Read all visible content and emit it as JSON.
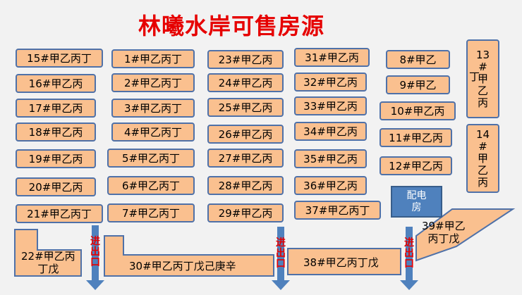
{
  "title": "林曦水岸可售房源",
  "units": [
    {
      "id": "u15",
      "label": "15#甲乙丙丁"
    },
    {
      "id": "u16",
      "label": "16#甲乙丙"
    },
    {
      "id": "u17",
      "label": "17#甲乙丙"
    },
    {
      "id": "u18",
      "label": "18#甲乙丙"
    },
    {
      "id": "u19",
      "label": "19#甲乙丙"
    },
    {
      "id": "u20",
      "label": "20#甲乙丙"
    },
    {
      "id": "u21",
      "label": "21#甲乙丙丁"
    },
    {
      "id": "u1",
      "label": "1#甲乙丙丁"
    },
    {
      "id": "u2",
      "label": "2#甲乙丙丁"
    },
    {
      "id": "u3",
      "label": "3#甲乙丙丁"
    },
    {
      "id": "u4",
      "label": "4#甲乙丙丁"
    },
    {
      "id": "u5",
      "label": "5#甲乙丙丁"
    },
    {
      "id": "u6",
      "label": "6#甲乙丙丁"
    },
    {
      "id": "u7",
      "label": "7#甲乙丙丁"
    },
    {
      "id": "u23",
      "label": "23#甲乙丙"
    },
    {
      "id": "u24",
      "label": "24#甲乙丙"
    },
    {
      "id": "u25",
      "label": "25#甲乙丙"
    },
    {
      "id": "u26",
      "label": "26#甲乙丙"
    },
    {
      "id": "u27",
      "label": "27#甲乙丙"
    },
    {
      "id": "u28",
      "label": "28#甲乙丙"
    },
    {
      "id": "u29",
      "label": "29#甲乙丙"
    },
    {
      "id": "u31",
      "label": "31#甲乙丙"
    },
    {
      "id": "u32",
      "label": "32#甲乙丙"
    },
    {
      "id": "u33",
      "label": "33#甲乙丙"
    },
    {
      "id": "u34",
      "label": "34#甲乙丙"
    },
    {
      "id": "u35",
      "label": "35#甲乙丙"
    },
    {
      "id": "u36",
      "label": "36#甲乙丙"
    },
    {
      "id": "u37",
      "label": "37#甲乙丙丁"
    },
    {
      "id": "u8",
      "label": "8#甲乙"
    },
    {
      "id": "u9",
      "label": "9#甲乙"
    },
    {
      "id": "u10",
      "label": "10#甲乙丙"
    },
    {
      "id": "u11",
      "label": "11#甲乙丙"
    },
    {
      "id": "u12",
      "label": "12#甲乙丙"
    }
  ],
  "vertical_units": {
    "u13": {
      "lines": [
        "13",
        "#",
        "甲",
        "乙",
        "丙"
      ],
      "side": "丁"
    },
    "u14": {
      "lines": [
        "14",
        "#",
        "甲",
        "乙",
        "丙"
      ]
    }
  },
  "power_room": "配电房",
  "shaped_units": {
    "u22": [
      "22#甲乙丙",
      "丁戊"
    ],
    "u30": "30#甲乙丙丁戊己庚辛",
    "u38": "38#甲乙丙丁戊",
    "u39": [
      "39#甲乙",
      "丙丁戊"
    ]
  },
  "entrance": [
    "进",
    "出",
    "口"
  ],
  "colors": {
    "title": "#e60000",
    "unit_fill": "#fac08f",
    "unit_border": "#4f71a8",
    "arrow": "#4f81bd",
    "entrance_text": "#e60000"
  }
}
